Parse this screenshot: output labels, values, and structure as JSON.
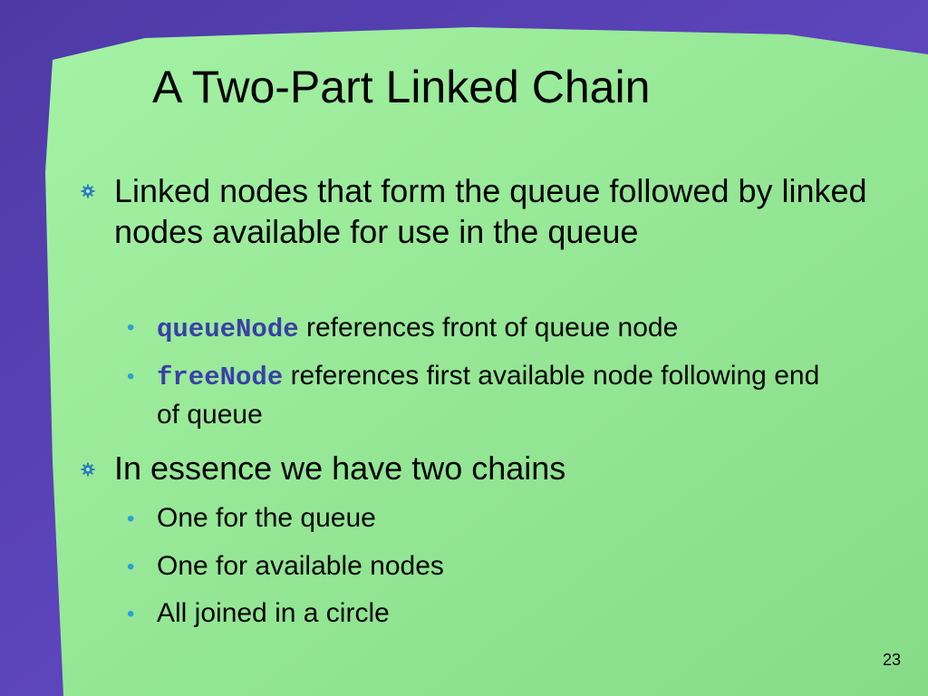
{
  "slide": {
    "title": "A Two-Part Linked Chain",
    "bullets": [
      {
        "text": "Linked nodes that form the queue followed by linked nodes available for use in the queue"
      },
      {
        "code": "queueNode",
        "text": " references front of queue node"
      },
      {
        "code": "freeNode",
        "text": " references first available node following end of queue"
      },
      {
        "text": "In essence we have two chains"
      },
      {
        "text": "One for the queue"
      },
      {
        "text": "One for available nodes"
      },
      {
        "text": "All joined in a circle"
      }
    ],
    "page_number": "23"
  },
  "colors": {
    "border": "#5a3fb0",
    "panel": "#9be89b",
    "code_text": "#3b3fa8",
    "sub_bullet": "#2aa0d8"
  }
}
